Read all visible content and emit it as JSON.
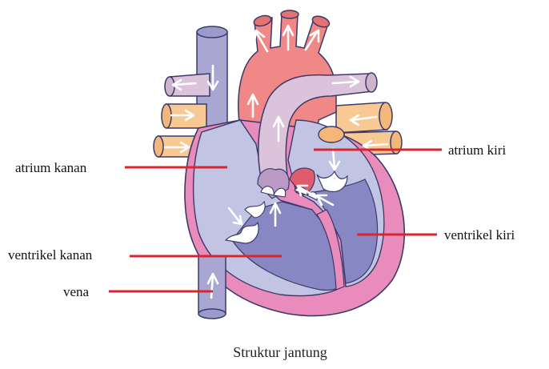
{
  "labels": {
    "atrium_kanan": "atrium kanan",
    "atrium_kiri": "atrium kiri",
    "ventrikel_kanan": "ventrikel kanan",
    "ventrikel_kiri": "ventrikel kiri",
    "vena": "vena"
  },
  "caption": "Struktur jantung",
  "colors": {
    "pointer": "#d9262e",
    "vena_cava": "#a9a6d2",
    "pulmonary": "#dcc3dc",
    "aorta": "#f08888",
    "pulmonary_vein": "#f8c992",
    "muscle": "#e98cbb",
    "right_chamber": "#c2c4e4",
    "left_chamber": "#8787c3"
  }
}
